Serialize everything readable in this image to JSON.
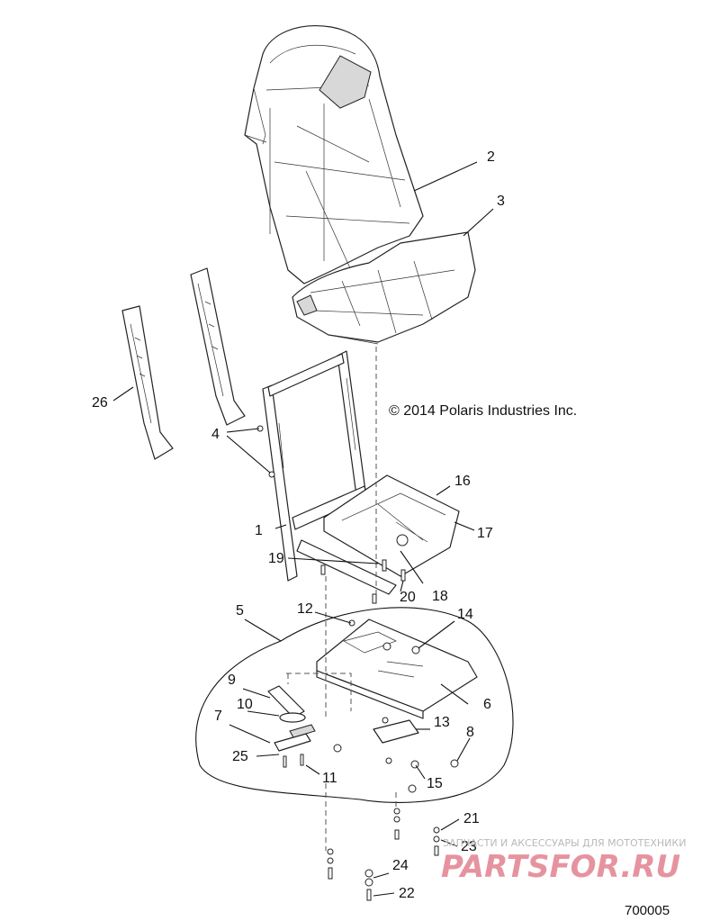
{
  "diagram": {
    "copyright": "© 2014 Polaris Industries Inc.",
    "figure_number": "700005",
    "watermark": {
      "tagline": "ЗАПЧАСТИ И АКСЕССУАРЫ ДЛЯ МОТОТЕХНИКИ",
      "brand": "PARTSFOR.RU"
    },
    "callouts": {
      "c1": "1",
      "c2": "2",
      "c3": "3",
      "c4": "4",
      "c5": "5",
      "c6": "6",
      "c7": "7",
      "c8": "8",
      "c9": "9",
      "c10": "10",
      "c11": "11",
      "c12": "12",
      "c13": "13",
      "c14": "14",
      "c15": "15",
      "c16": "16",
      "c17": "17",
      "c18": "18",
      "c19": "19",
      "c20": "20",
      "c21": "21",
      "c22": "22",
      "c23": "23",
      "c24": "24",
      "c25": "25",
      "c26": "26"
    }
  }
}
